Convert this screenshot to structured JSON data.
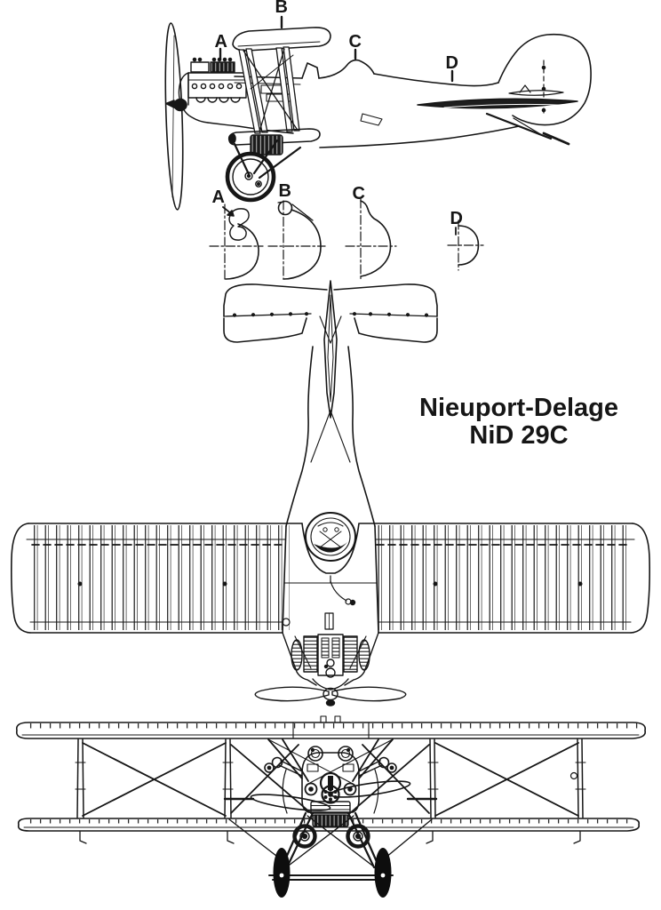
{
  "colors": {
    "ink": "#161616",
    "paper": "#ffffff"
  },
  "title": {
    "line1": "Nieuport-Delage",
    "line2": "NiD 29C"
  },
  "side_view": {
    "callout_a": "A",
    "callout_b": "B",
    "callout_c": "C",
    "callout_d": "D"
  },
  "cross_sections": {
    "label_a": "A",
    "label_b": "B",
    "label_c": "C",
    "label_d": "D"
  }
}
